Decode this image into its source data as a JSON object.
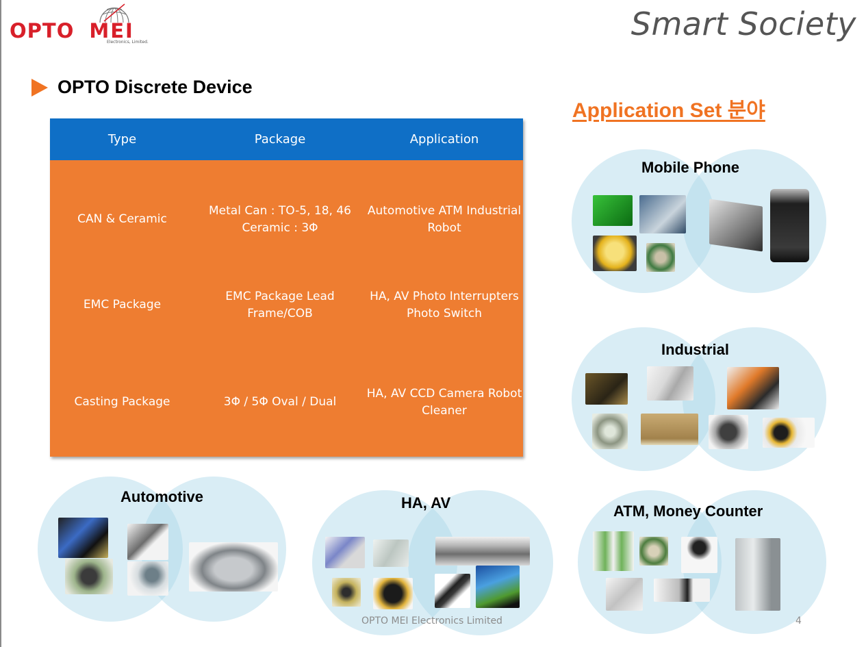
{
  "header": {
    "logo_text_a": "OPTO",
    "logo_text_b": "MEI",
    "logo_sub": "Electronics, Limited.",
    "brand_title": "Smart Society"
  },
  "section": {
    "heading": "OPTO Discrete Device",
    "app_heading": "Application Set 분야"
  },
  "table": {
    "headers": [
      "Type",
      "Package",
      "Application"
    ],
    "rows": [
      {
        "type": [
          "CAN &",
          "Ceramic"
        ],
        "package": [
          "Metal Can :",
          "TO-5, 18, 46",
          "Ceramic : 3Φ"
        ],
        "application": [
          "Automotive",
          "ATM",
          "Industrial",
          "Robot"
        ]
      },
      {
        "type": [
          "EMC Package"
        ],
        "package": [
          "EMC Package",
          "Lead Frame/COB"
        ],
        "application": [
          "HA, AV",
          "Photo Interrupters",
          "Photo Switch"
        ]
      },
      {
        "type": [
          "Casting Package"
        ],
        "package": [
          "3Φ / 5Φ",
          "Oval / Dual"
        ],
        "application": [
          "HA, AV",
          "CCD Camera",
          "Robot Cleaner"
        ]
      }
    ]
  },
  "clusters": {
    "mobile": "Mobile Phone",
    "industrial": "Industrial",
    "atm": "ATM, Money Counter",
    "automotive": "Automotive",
    "ha_av": "HA, AV"
  },
  "footer": {
    "company": "OPTO MEI Electronics Limited",
    "page": "4"
  },
  "colors": {
    "accent_orange": "#f07322",
    "table_blue": "#0f6fc6",
    "table_orange": "#ee7d31",
    "logo_red": "#d8202a"
  }
}
